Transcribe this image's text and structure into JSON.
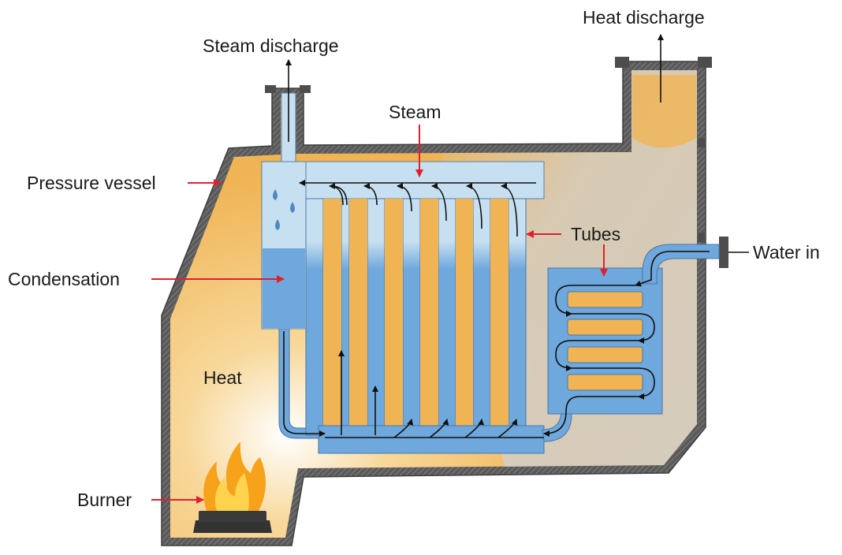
{
  "labels": {
    "heat_discharge": "Heat discharge",
    "steam_discharge": "Steam discharge",
    "steam": "Steam",
    "pressure_vessel": "Pressure vessel",
    "tubes": "Tubes",
    "water_in": "Water in",
    "condensation": "Condensation",
    "heat": "Heat",
    "burner": "Burner"
  },
  "colors": {
    "vessel_wall": "#4d4d4d",
    "heat_orange": "#f0b454",
    "heat_gray": "#d0d0d0",
    "water_blue": "#6fa8dc",
    "steam_blue": "#c7e0f1",
    "pointer_red": "#e0202e",
    "flame": "#f6a21a"
  }
}
